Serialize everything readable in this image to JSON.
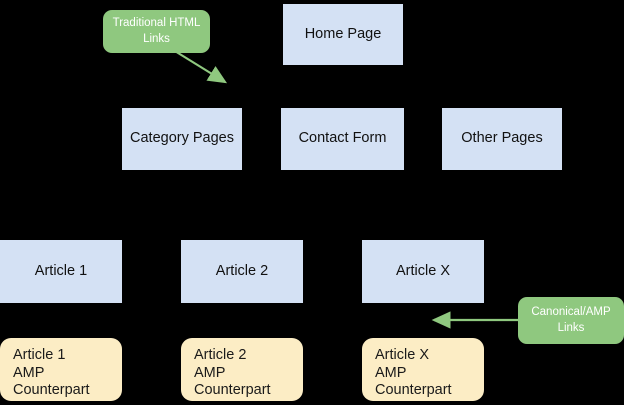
{
  "diagram": {
    "title": "AMP site structure diagram",
    "background_color": "#000000",
    "palette": {
      "page_box_fill": "#d4e1f4",
      "amp_box_fill": "#fcedc5",
      "callout_fill": "#8fc87f",
      "callout_text": "#ffffff",
      "arrow_color": "#8fc87f",
      "box_text": "#111111"
    },
    "nodes": {
      "home_page": {
        "label": "Home Page",
        "type": "page-box"
      },
      "category_pages": {
        "label": "Category Pages",
        "type": "page-box"
      },
      "contact_form": {
        "label": "Contact Form",
        "type": "page-box"
      },
      "other_pages": {
        "label": "Other Pages",
        "type": "page-box"
      },
      "article_1": {
        "label": "Article 1",
        "type": "page-box"
      },
      "article_2": {
        "label": "Article 2",
        "type": "page-box"
      },
      "article_x": {
        "label": "Article X",
        "type": "page-box"
      },
      "article_1_amp": {
        "label": "Article 1\nAMP\nCounterpart",
        "type": "amp-box"
      },
      "article_2_amp": {
        "label": "Article 2\nAMP\nCounterpart",
        "type": "amp-box"
      },
      "article_x_amp": {
        "label": "Article X\nAMP\nCounterpart",
        "type": "amp-box"
      }
    },
    "callouts": {
      "traditional_html_links": {
        "label": "Traditional HTML Links"
      },
      "canonical_amp_links": {
        "label": "Canonical/AMP Links"
      }
    }
  }
}
